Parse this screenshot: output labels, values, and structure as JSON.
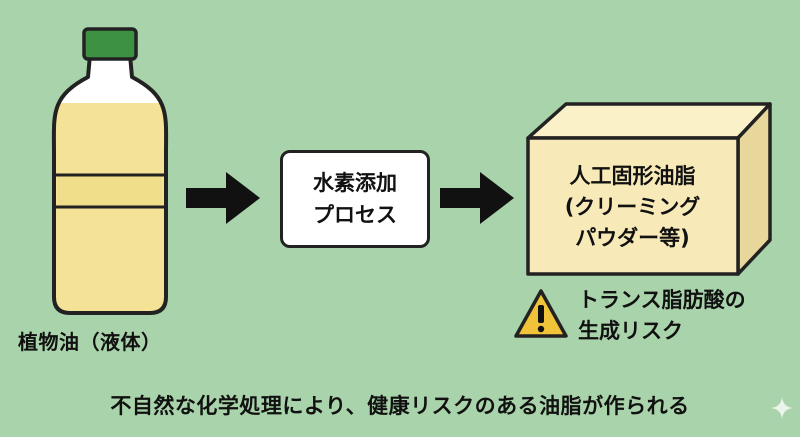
{
  "bottle": {
    "label": "植物油（液体）"
  },
  "process": {
    "line1": "水素添加",
    "line2": "プロセス"
  },
  "product": {
    "line1": "人工固形油脂",
    "line2": "(クリーミング",
    "line3": "パウダー等)"
  },
  "warning": {
    "line1": "トランス脂肪酸の",
    "line2": "生成リスク"
  },
  "caption": "不自然な化学処理により、健康リスクのある油脂が作られる",
  "colors": {
    "background": "#a9d3aa",
    "cap": "#3d9142",
    "oil": "#f4e396",
    "block": "#f8eab8",
    "warning": "#f1c338"
  }
}
